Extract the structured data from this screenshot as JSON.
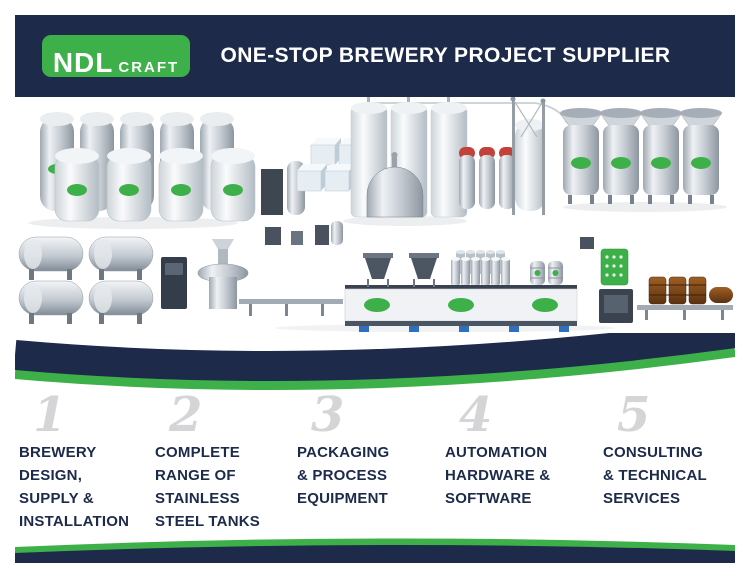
{
  "brand": {
    "logo_primary": "NDL",
    "logo_secondary": "CRAFT",
    "colors": {
      "navy": "#1d2a4a",
      "green": "#3eb04a",
      "number_gray": "#d5d5d7",
      "feature_text": "#1d2a4a"
    }
  },
  "header": {
    "title": "ONE-STOP BREWERY PROJECT SUPPLIER"
  },
  "illustration": {
    "description": "isometric brewery equipment line: fermenter tanks, cube tanks, silos, bright beer tanks, kegging and packaging conveyors"
  },
  "features": [
    {
      "number": "1",
      "label": "BREWERY\nDESIGN,\nSUPPLY &\nINSTALLATION"
    },
    {
      "number": "2",
      "label": "COMPLETE\nRANGE OF\nSTAINLESS\nSTEEL TANKS"
    },
    {
      "number": "3",
      "label": "PACKAGING\n& PROCESS\nEQUIPMENT"
    },
    {
      "number": "4",
      "label": "AUTOMATION\nHARDWARE &\nSOFTWARE"
    },
    {
      "number": "5",
      "label": "CONSULTING\n& TECHNICAL\nSERVICES"
    }
  ]
}
